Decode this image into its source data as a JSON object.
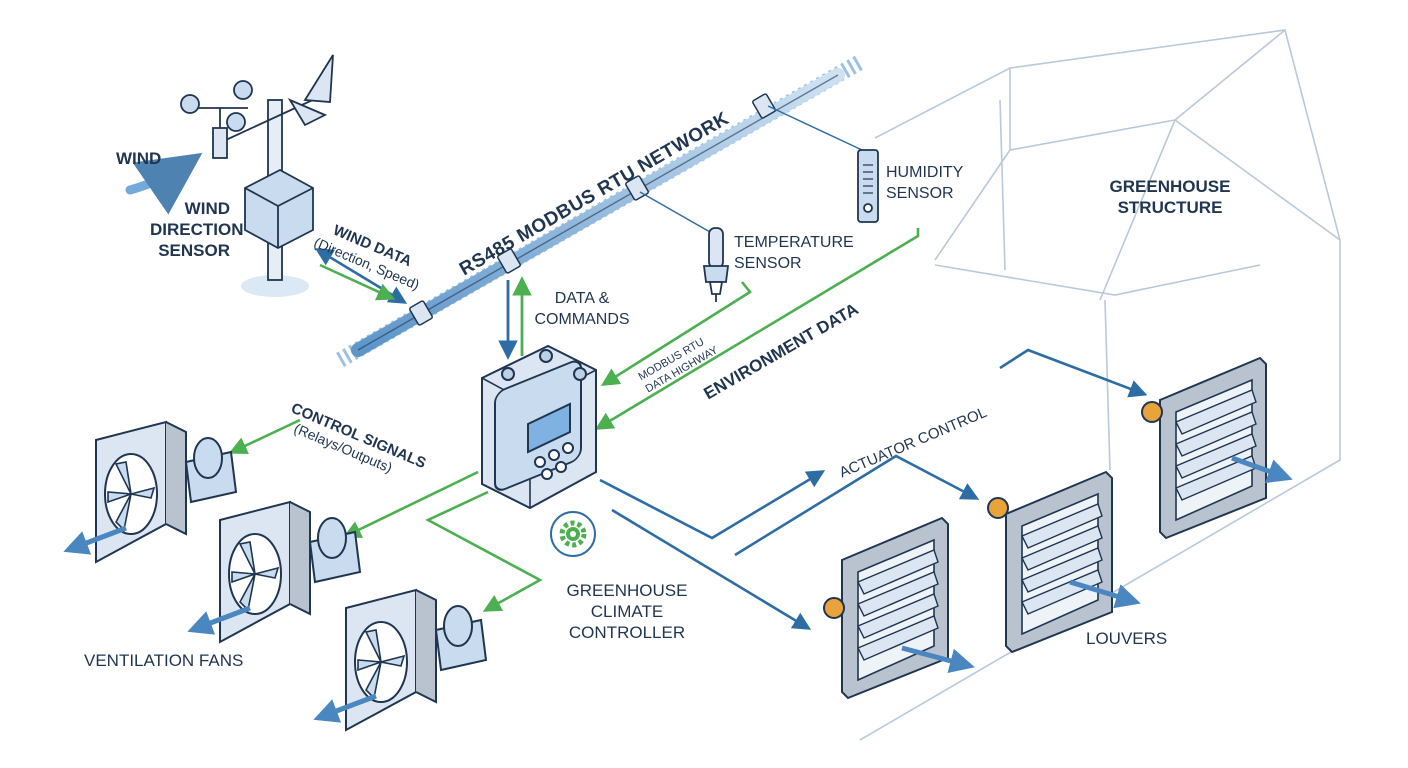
{
  "network": {
    "label": "RS485 MODBUS RTU NETWORK"
  },
  "wind": {
    "input_label": "WIND",
    "sensor_label_lines": [
      "WIND",
      "DIRECTION",
      "SENSOR"
    ],
    "data_label": "WIND DATA",
    "data_sublabel": "(Direction, Speed)"
  },
  "sensors": {
    "humidity_lines": [
      "HUMIDITY",
      "SENSOR"
    ],
    "temperature_lines": [
      "TEMPERATURE",
      "SENSOR"
    ]
  },
  "links": {
    "data_commands_lines": [
      "DATA &",
      "COMMANDS"
    ],
    "modbus_highway_lines": [
      "MODBUS RTU",
      "DATA HIGHWAY"
    ],
    "environment_data": "ENVIRONMENT DATA",
    "control_signals": "CONTROL SIGNALS",
    "control_signals_sub": "(Relays/Outputs)",
    "actuator_control": "ACTUATOR CONTROL"
  },
  "controller": {
    "label_lines": [
      "GREENHOUSE",
      "CLIMATE",
      "CONTROLLER"
    ]
  },
  "greenhouse": {
    "label_lines": [
      "GREENHOUSE",
      "STRUCTURE"
    ]
  },
  "fans": {
    "label": "VENTILATION FANS"
  },
  "louvers": {
    "label": "LOUVERS"
  },
  "colors": {
    "outline": "#1f3550",
    "bus": "#2f6fa8",
    "green": "#4caf50",
    "blue": "#2e6da4",
    "panel": "#dbe6f2",
    "frame": "#b8c3cf"
  }
}
